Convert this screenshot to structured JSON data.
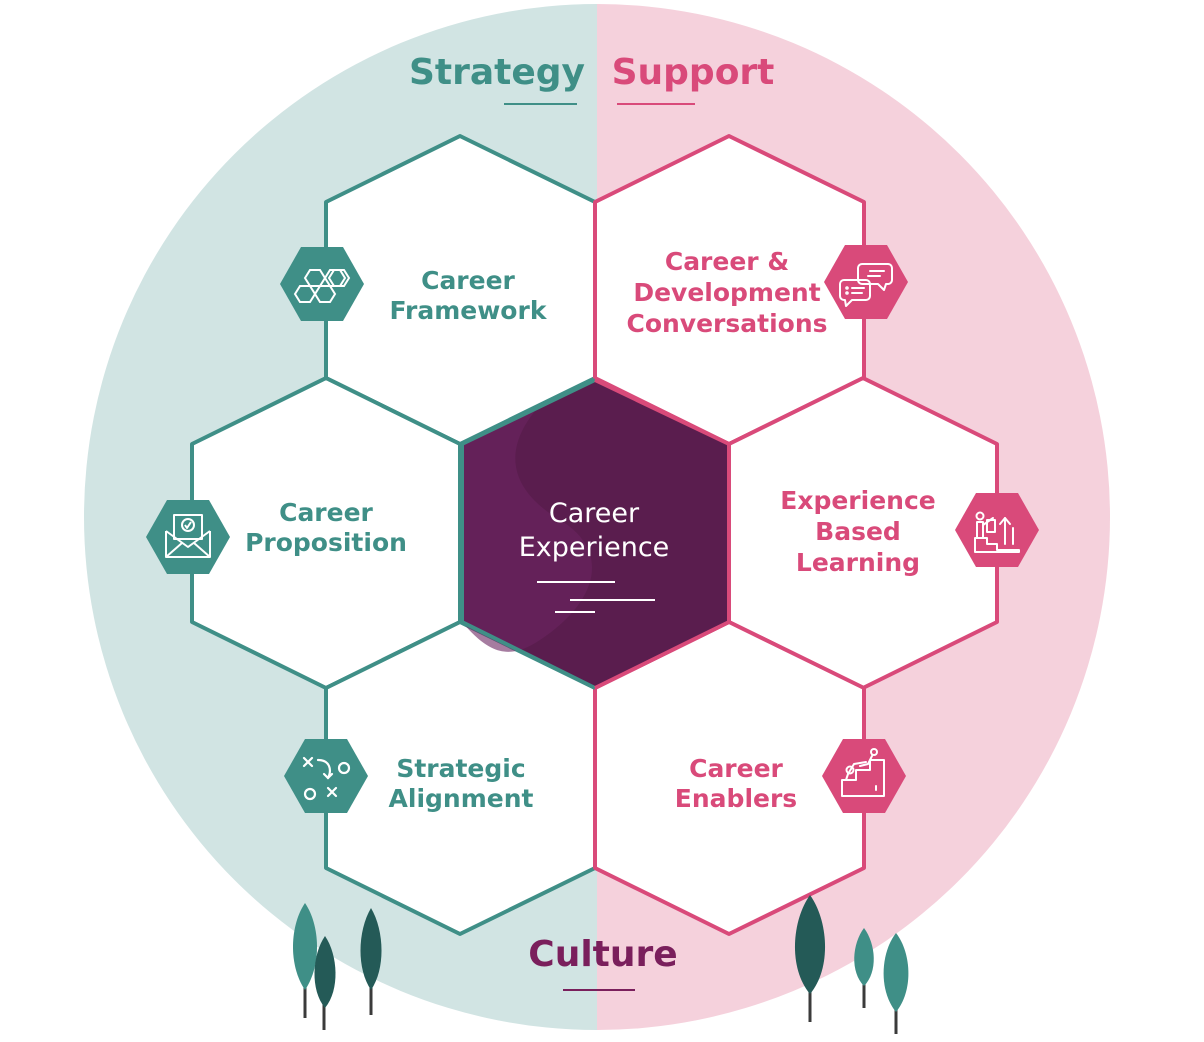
{
  "headings": {
    "strategy": "Strategy",
    "support": "Support",
    "culture": "Culture"
  },
  "center": {
    "line1": "Career",
    "line2": "Experience"
  },
  "segments": {
    "career_framework": {
      "line1": "Career",
      "line2": "Framework",
      "icon": "honeycomb-icon"
    },
    "career_proposition": {
      "line1": "Career",
      "line2": "Proposition",
      "icon": "envelope-check-icon"
    },
    "strategic_alignment": {
      "line1": "Strategic",
      "line2": "Alignment",
      "icon": "strategy-play-icon"
    },
    "career_conversations": {
      "line1": "Career &",
      "line2": "Development",
      "line3": "Conversations",
      "icon": "chat-bubbles-icon"
    },
    "experience_learning": {
      "line1": "Experience",
      "line2": "Based",
      "line3": "Learning",
      "icon": "steps-growth-icon"
    },
    "career_enablers": {
      "line1": "Career",
      "line2": "Enablers",
      "icon": "helping-hand-icon"
    }
  },
  "colors": {
    "teal": "#3f8f87",
    "teal_bg": "#d1e4e3",
    "pink": "#d94a7a",
    "pink_bg": "#f5d1dc",
    "purple": "#5a1d4e",
    "culture": "#7a1f5c",
    "tree_dark": "#245a57"
  }
}
